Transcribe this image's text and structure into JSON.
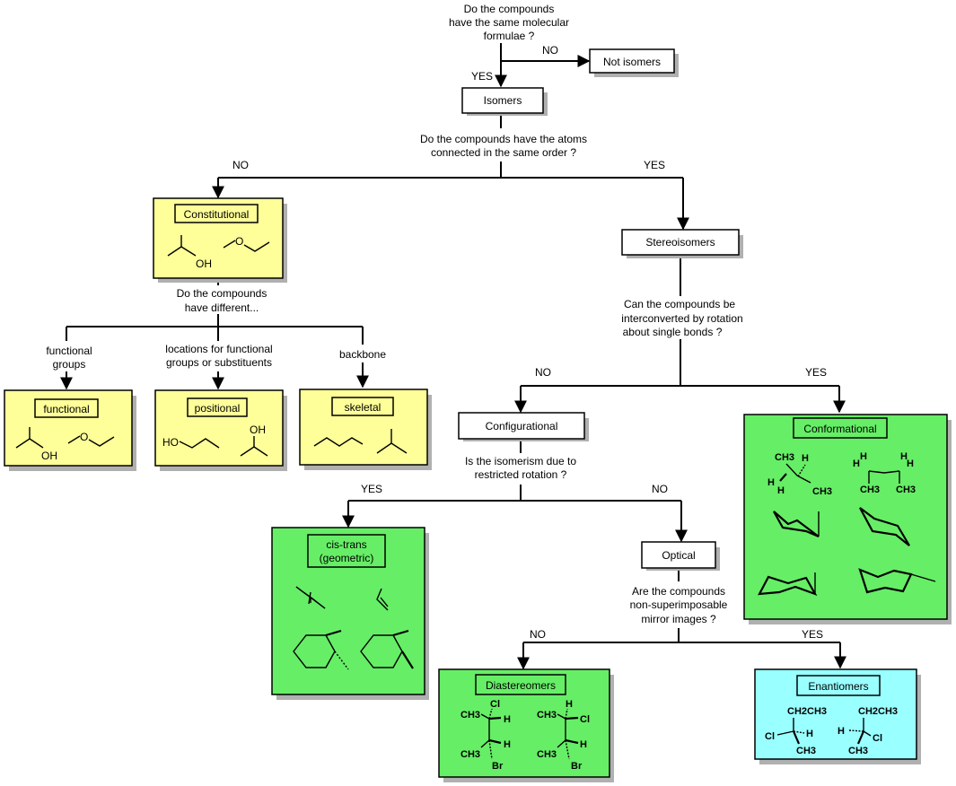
{
  "questions": {
    "q1": [
      "Do the compounds",
      "have the same molecular",
      "formulae ?"
    ],
    "q2": [
      "Do the compounds have the atoms",
      "connected in the same order ?"
    ],
    "q3": [
      "Do the compounds",
      "have different..."
    ],
    "q4": [
      "Can the compounds be",
      "interconverted by rotation",
      "about single bonds ?"
    ],
    "q5": [
      "Is the isomerism due to",
      "restricted rotation ?"
    ],
    "q6": [
      "Are the compounds",
      "non-superimposable",
      "mirror images ?"
    ]
  },
  "answers": {
    "yes": "YES",
    "no": "NO"
  },
  "branches": {
    "functional_groups": [
      "functional",
      "groups"
    ],
    "locations": [
      "locations for functional",
      "groups or substituents"
    ],
    "backbone": "backbone"
  },
  "boxes": {
    "not_isomers": "Not isomers",
    "isomers": "Isomers",
    "stereoisomers": "Stereoisomers",
    "configurational": "Configurational",
    "optical": "Optical",
    "constitutional": "Constitutional",
    "functional": "functional",
    "positional": "positional",
    "skeletal": "skeletal",
    "conformational": "Conformational",
    "cis_trans": [
      "cis-trans",
      "(geometric)"
    ],
    "diastereomers": "Diastereomers",
    "enantiomers": "Enantiomers"
  },
  "chem": {
    "oh": "OH",
    "ho": "HO",
    "o": "O",
    "ch3": "CH3",
    "h": "H",
    "cl": "Cl",
    "br": "Br",
    "ch2ch3": "CH2CH3"
  },
  "colors": {
    "yellow": "#ffff99",
    "green": "#66ee66",
    "cyan": "#99ffff",
    "shadow": "#b0b0b0"
  }
}
